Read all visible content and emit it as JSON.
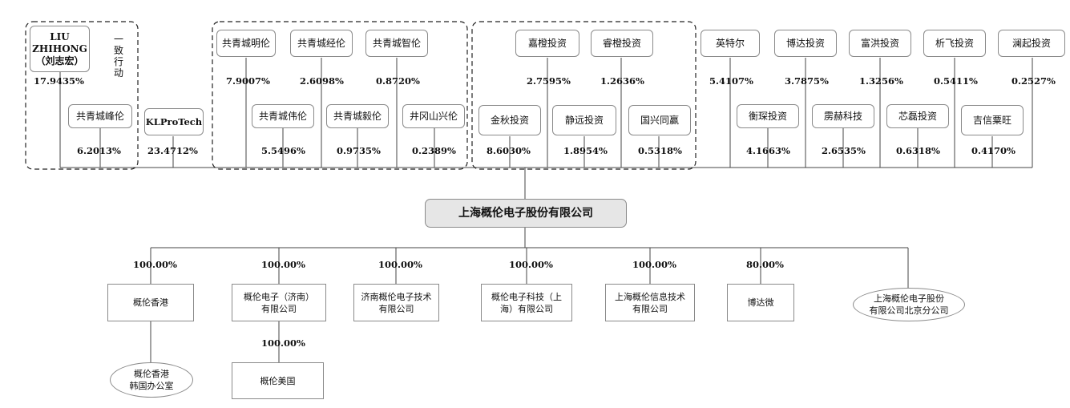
{
  "company": "上海概伦电子股份有限公司",
  "concert_label": "一致行动",
  "shareholders": {
    "liu": {
      "name": "LIU\nZHIHONG\n（刘志宏）",
      "pct": "17.9435%"
    },
    "fengl": {
      "name": "共青城峰伦",
      "pct": "6.2013%"
    },
    "klpro": {
      "name": "KLProTech",
      "pct": "23.4712%"
    },
    "mingl": {
      "name": "共青城明伦",
      "pct": "7.9007%"
    },
    "jingl": {
      "name": "共青城经伦",
      "pct": "2.6098%"
    },
    "zhil": {
      "name": "共青城智伦",
      "pct": "0.8720%"
    },
    "weil": {
      "name": "共青城伟伦",
      "pct": "5.5496%"
    },
    "yil": {
      "name": "共青城毅伦",
      "pct": "0.9735%"
    },
    "jgs": {
      "name": "井冈山兴伦",
      "pct": "0.2389%"
    },
    "jiacheng": {
      "name": "嘉橙投资",
      "pct": "2.7595%"
    },
    "ruicheng": {
      "name": "睿橙投资",
      "pct": "1.2636%"
    },
    "jinqiu": {
      "name": "金秋投资",
      "pct": "8.6030%"
    },
    "jingyuan": {
      "name": "静远投资",
      "pct": "1.8954%"
    },
    "guoxing": {
      "name": "国兴同赢",
      "pct": "0.5318%"
    },
    "intel": {
      "name": "英特尔",
      "pct": "5.4107%"
    },
    "boda": {
      "name": "博达投资",
      "pct": "3.7875%"
    },
    "fuhong": {
      "name": "富洪投资",
      "pct": "1.3256%"
    },
    "xifei": {
      "name": "析飞投资",
      "pct": "0.5411%"
    },
    "lanqi": {
      "name": "澜起投资",
      "pct": "0.2527%"
    },
    "hengcai": {
      "name": "衡琛投资",
      "pct": "4.1663%"
    },
    "panhe": {
      "name": "雳赫科技",
      "pct": "2.6535%"
    },
    "xinlei": {
      "name": "芯磊投资",
      "pct": "0.6318%"
    },
    "jixin": {
      "name": "吉信粟旺",
      "pct": "0.4170%"
    }
  },
  "subsidiaries": {
    "hk": {
      "name": "概伦香港",
      "pct": "100.00%"
    },
    "jinan": {
      "name": "概伦电子（济南）\n有限公司",
      "pct": "100.00%"
    },
    "jntech": {
      "name": "济南概伦电子技术\n有限公司",
      "pct": "100.00%"
    },
    "shtech": {
      "name": "概伦电子科技（上\n海）有限公司",
      "pct": "100.00%"
    },
    "shinfo": {
      "name": "上海概伦信息技术\n有限公司",
      "pct": "100.00%"
    },
    "bodawei": {
      "name": "博达微",
      "pct": "80.00%"
    },
    "beijing": {
      "name": "上海概伦电子股份\n有限公司北京分公司"
    },
    "korea": {
      "name": "概伦香港\n韩国办公室"
    },
    "usa": {
      "name": "概伦美国",
      "pct": "100.00%"
    }
  }
}
